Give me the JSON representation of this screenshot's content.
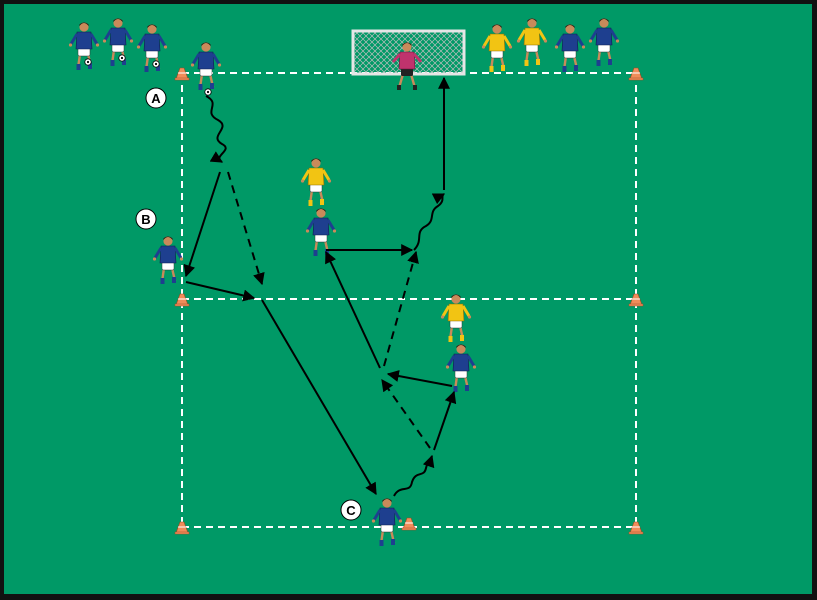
{
  "diagram": {
    "pitch_color": "#009966",
    "border_color": "#111111",
    "line_color": "#ffffff",
    "arrow_color": "#000000",
    "labels": {
      "a": "A",
      "b": "B",
      "c": "C"
    },
    "teams": {
      "blue": {
        "shirt": "#1e3f8f",
        "shorts": "#ffffff"
      },
      "yellow": {
        "shirt": "#f2c413",
        "shorts": "#ffffff"
      },
      "goalkeeper": {
        "shirt": "#c0336d",
        "shorts": "#222222"
      }
    },
    "cone_color": "#f08c5a"
  }
}
